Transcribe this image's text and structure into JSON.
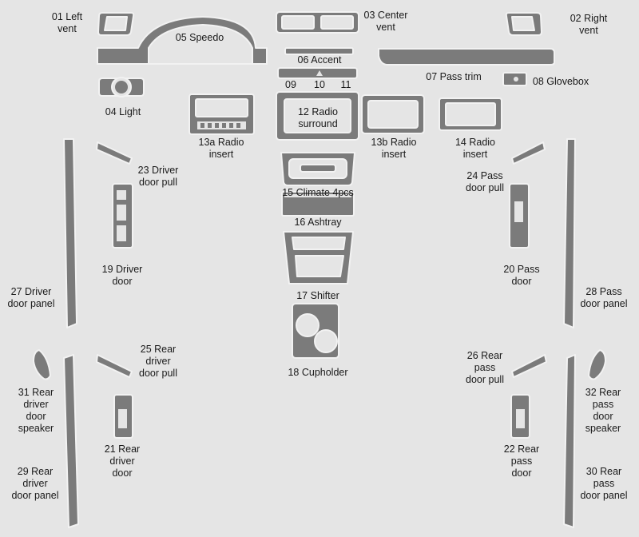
{
  "colors": {
    "background": "#e5e5e5",
    "part_fill": "#7b7b7b",
    "part_stroke": "#f2f2f2",
    "label": "#1a1a1a"
  },
  "labels": {
    "p01": "01 Left\nvent",
    "p02": "02 Right\nvent",
    "p03": "03 Center\nvent",
    "p04": "04 Light",
    "p05": "05 Speedo",
    "p06": "06 Accent",
    "p07": "07 Pass trim",
    "p08": "08 Glovebox",
    "p09": "09",
    "p10": "10",
    "p11": "11",
    "p12": "12 Radio\nsurround",
    "p13a": "13a Radio\ninsert",
    "p13b": "13b Radio\ninsert",
    "p14": "14 Radio\ninsert",
    "p15": "15 Climate 4pcs",
    "p16": "16 Ashtray",
    "p17": "17 Shifter",
    "p18": "18 Cupholder",
    "p19": "19 Driver\ndoor",
    "p20": "20 Pass\ndoor",
    "p21": "21 Rear\ndriver\ndoor",
    "p22": "22 Rear\npass\ndoor",
    "p23": "23 Driver\ndoor pull",
    "p24": "24 Pass\ndoor pull",
    "p25": "25 Rear\ndriver\ndoor pull",
    "p26": "26 Rear\npass\ndoor pull",
    "p27": "27 Driver\ndoor panel",
    "p28": "28 Pass\ndoor panel",
    "p29": "29 Rear\ndriver\ndoor panel",
    "p30": "30 Rear\npass\ndoor panel",
    "p31": "31 Rear\ndriver\ndoor\nspeaker",
    "p32": "32 Rear\npass\ndoor\nspeaker"
  }
}
